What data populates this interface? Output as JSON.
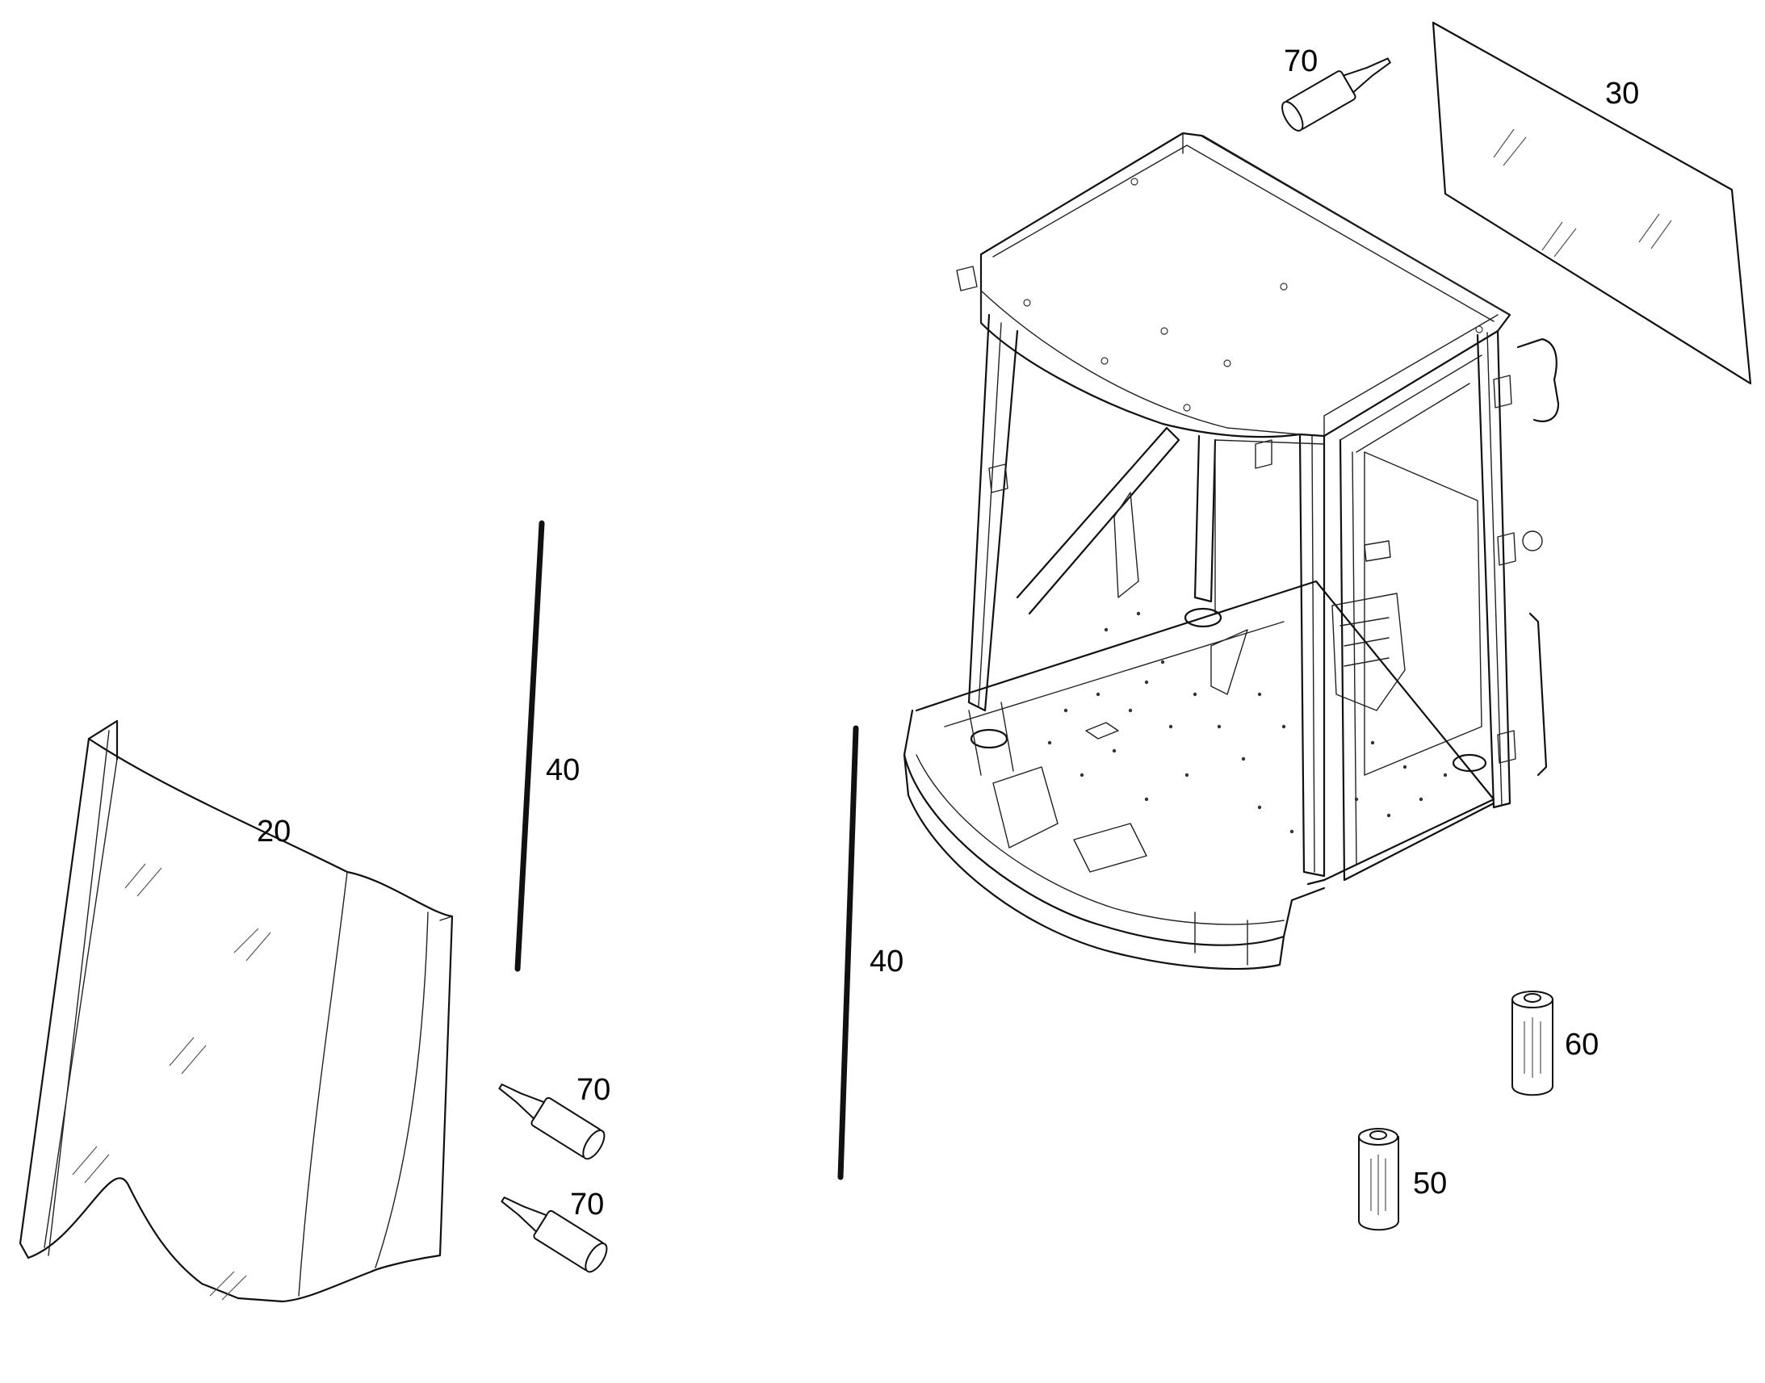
{
  "parts": [
    {
      "id": "windshield",
      "label": "20"
    },
    {
      "id": "rear-window",
      "label": "30"
    },
    {
      "id": "seal-left",
      "label": "40"
    },
    {
      "id": "seal-right",
      "label": "40"
    },
    {
      "id": "cartridge-large",
      "label": "60"
    },
    {
      "id": "cartridge-small",
      "label": "50"
    },
    {
      "id": "nozzle-top",
      "label": "70"
    },
    {
      "id": "nozzle-mid",
      "label": "70"
    },
    {
      "id": "nozzle-bottom",
      "label": "70"
    }
  ]
}
